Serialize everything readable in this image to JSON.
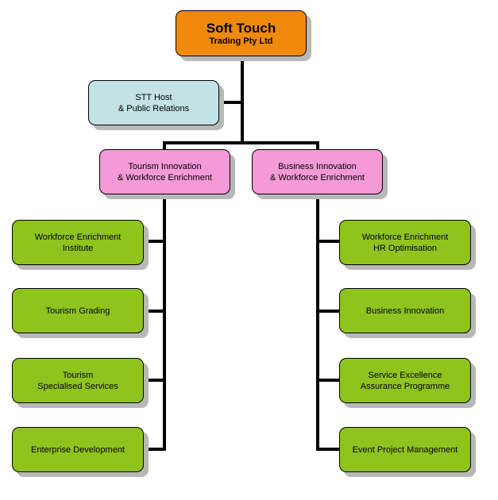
{
  "root": {
    "line1": "Soft Touch",
    "line2": "Trading Pty Ltd",
    "color": "#f08a0c"
  },
  "host": {
    "line1": "STT Host",
    "line2": "& Public Relations",
    "color": "#c3e2e6"
  },
  "divisions": [
    {
      "line1": "Tourism Innovation",
      "line2": "& Workforce Enrichment",
      "color": "#f59ad7"
    },
    {
      "line1": "Business Innovation",
      "line2": "& Workforce Enrichment",
      "color": "#f59ad7"
    }
  ],
  "left_units": [
    {
      "line1": "Workforce Enrichment",
      "line2": "Institute"
    },
    {
      "line1": "Tourism Grading",
      "line2": ""
    },
    {
      "line1": "Tourism",
      "line2": "Specialised Services"
    },
    {
      "line1": "Enterprise Development",
      "line2": ""
    }
  ],
  "right_units": [
    {
      "line1": "Workforce Enrichment",
      "line2": "HR Optimisation"
    },
    {
      "line1": "Business Innovation",
      "line2": ""
    },
    {
      "line1": "Service Excellence",
      "line2": "Assurance Programme"
    },
    {
      "line1": "Event Project Management",
      "line2": ""
    }
  ],
  "unit_color": "#8fc41f"
}
